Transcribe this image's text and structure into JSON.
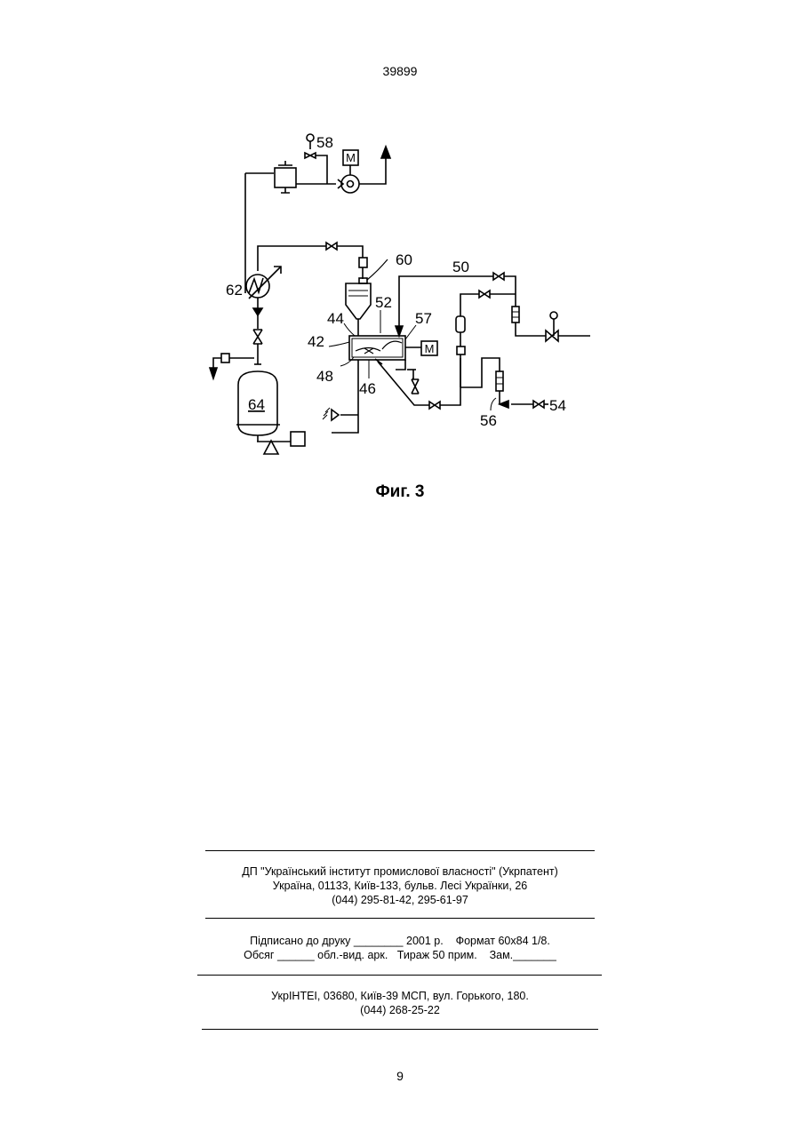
{
  "header": {
    "doc_number": "39899"
  },
  "figure": {
    "caption": "Фиг. 3",
    "labels": {
      "l58": "58",
      "l60": "60",
      "l50": "50",
      "l62": "62",
      "l52": "52",
      "l44": "44",
      "l57": "57",
      "l42": "42",
      "l48": "48",
      "l46": "46",
      "l64": "64",
      "l56": "56",
      "l54": "54",
      "motor_top": "M",
      "motor_mid": "M"
    }
  },
  "imprint": {
    "publisher_line1": "ДП \"Український інститут промислової власності\" (Укрпатент)",
    "publisher_line2": "Україна, 01133, Київ-133, бульв. Лесі Українки, 26",
    "publisher_line3": "(044) 295-81-42, 295-61-97",
    "print_line1": "Підписано до друку ________ 2001 р.    Формат 60х84 1/8.",
    "print_line2": "Обсяг ______ обл.-вид. арк.   Тираж 50 прим.    Зам._______",
    "printer_line1": "УкрІНТЕІ, 03680, Київ-39 МСП, вул. Горького, 180.",
    "printer_line2": "(044) 268-25-22"
  },
  "footer": {
    "page_number": "9"
  }
}
